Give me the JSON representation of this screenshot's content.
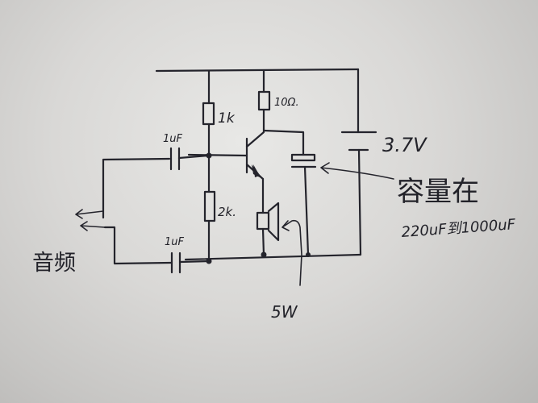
{
  "labels": {
    "r1": "1k",
    "r2": "2k.",
    "r3": "10Ω.",
    "c_in_top": "1uF",
    "c_in_bottom": "1uF",
    "voltage": "3.7V",
    "input": "音频",
    "capacitor_note": "容量在",
    "capacitor_range": "220uF到1000uF",
    "power": "5W"
  }
}
